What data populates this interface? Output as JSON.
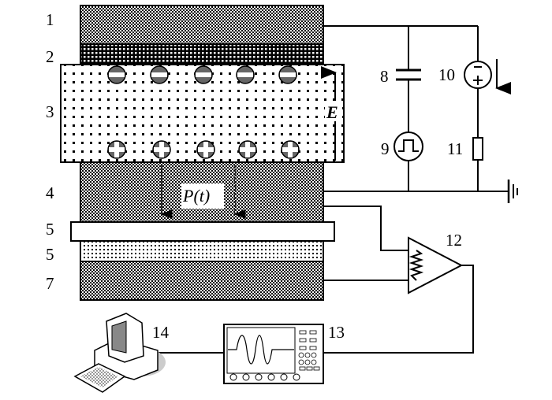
{
  "labels": {
    "l1": "1",
    "l2": "2",
    "l3": "3",
    "l4": "4",
    "l5a": "5",
    "l5b": "5",
    "l7": "7",
    "l8": "8",
    "l9": "9",
    "l10": "10",
    "l11": "11",
    "l12": "12",
    "l13": "13",
    "l14": "14",
    "field": "E",
    "polarization": "P(t)"
  },
  "charges": {
    "negative_count": 5,
    "positive_count": 5
  }
}
